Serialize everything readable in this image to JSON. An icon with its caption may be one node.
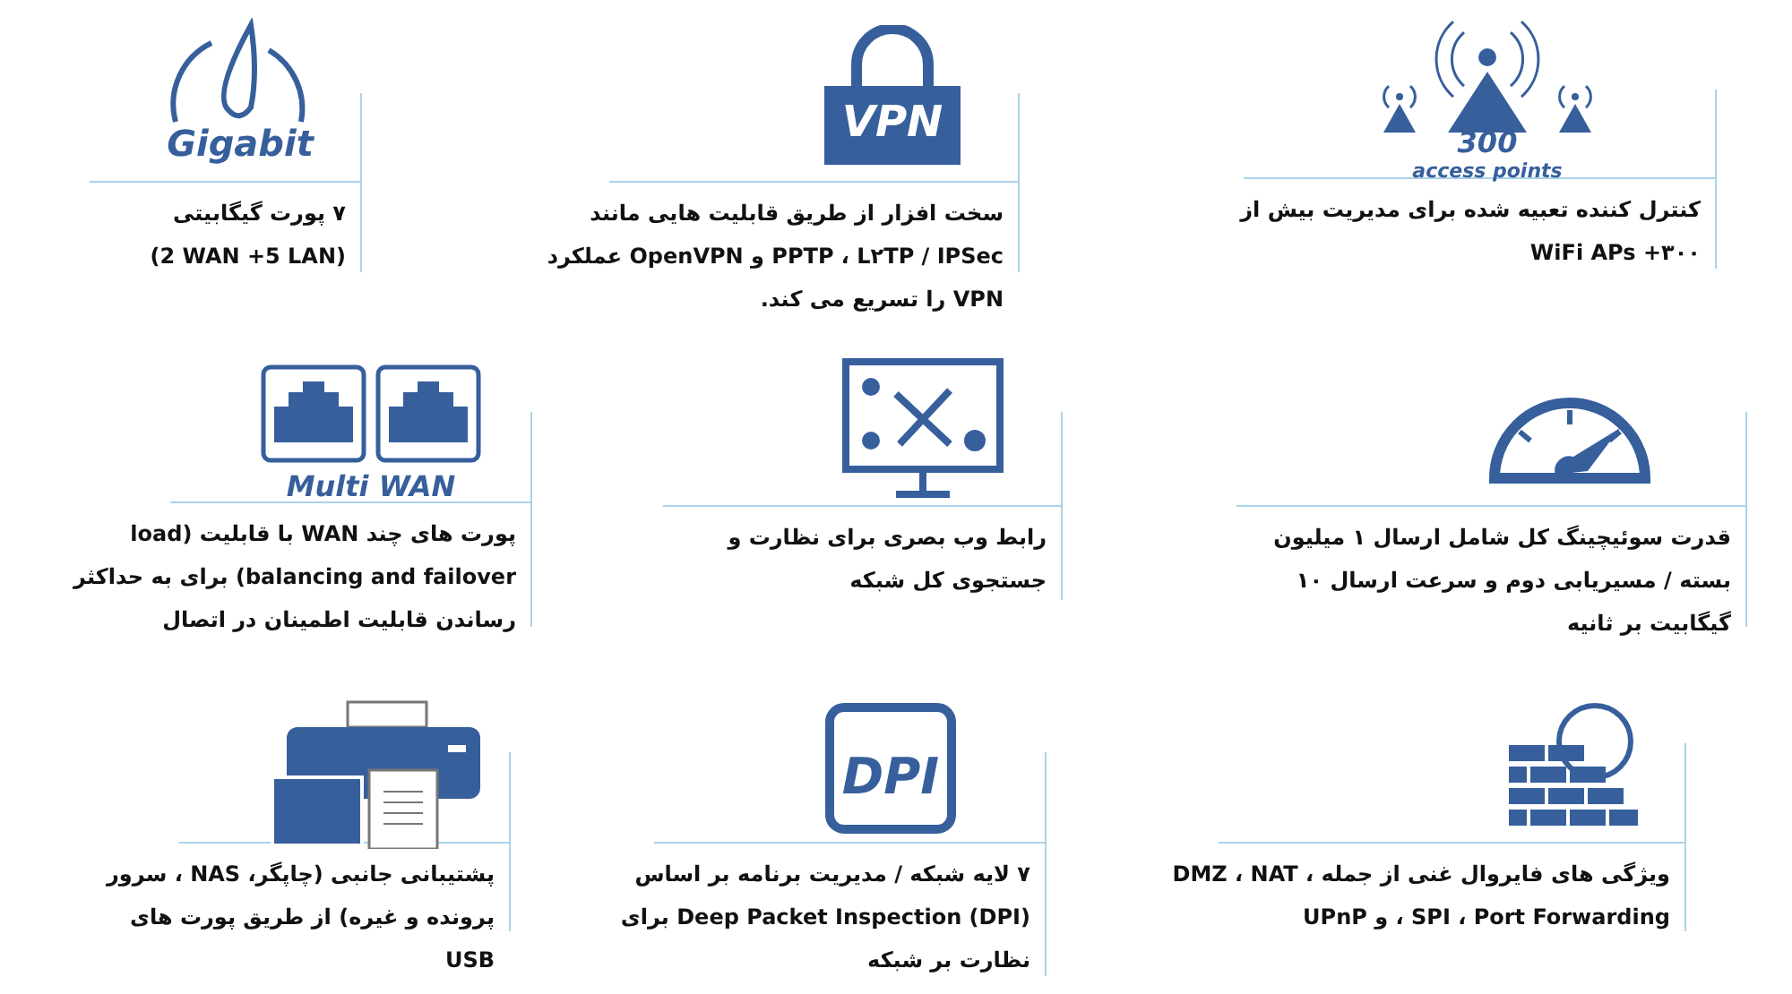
{
  "diagram": {
    "labels": [
      "300",
      "access points",
      "کنترل کننده تعبیه شده برای مدیریت بیش از ۳۰۰+ WiFi APs",
      "VPN",
      "سخت افزار از طریق قابلیت هایی مانند PPTP ، L۲TP / IPSec و OpenVPN عملکرد VPN را تسریع می کند.",
      "Gigabit",
      "۷ پورت گیگابیتی",
      "(2 WAN +5 LAN)",
      "قدرت سوئیچینگ کل شامل ارسال ۱ میلیون بسته / مسیریابی دوم و سرعت ارسال ۱۰ گیگابیت بر ثانیه",
      "رابط وب بصری برای نظارت و جستجوی کل شبکه",
      "Multi WAN",
      "پورت های چند WAN با قابلیت (load balancing and failover) برای به حداکثر رساندن قابلیت اطمینان در اتصال",
      "ویژگی های فایروال غنی از جمله DMZ ، NAT ، SPI ، Port Forwarding ، و UPnP",
      "DPI",
      "۷ لایه شبکه / مدیریت برنامه بر اساس Deep Packet Inspection (DPI) برای نظارت بر شبکه",
      "پشتیبانی جانبی (چاپگر، NAS ، سرور پرونده و غیره) از طریق پورت های USB"
    ]
  }
}
